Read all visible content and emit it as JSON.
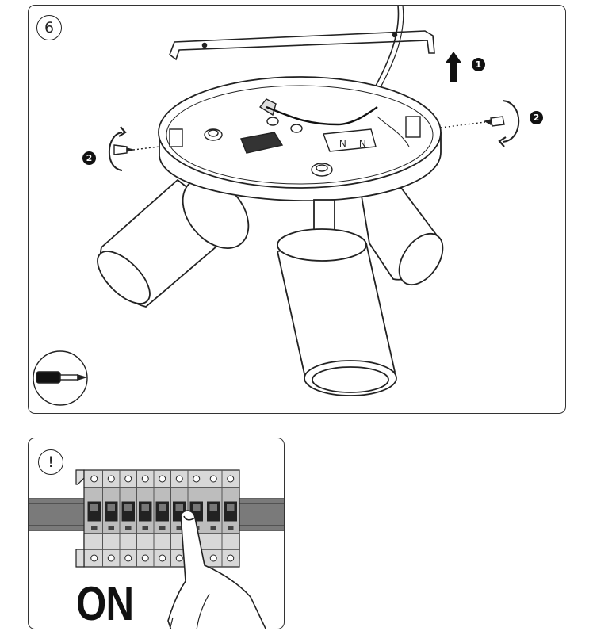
{
  "step": {
    "number": "6"
  },
  "callouts": {
    "lift": "1",
    "screw_left": "2",
    "screw_right": "2"
  },
  "terminal": {
    "labels": [
      "N",
      "N"
    ]
  },
  "warning": {
    "mark": "!",
    "switch_state": "ON"
  },
  "colors": {
    "outline": "#222222",
    "rail": "#7a7a7a",
    "breaker": "#d8d8d8",
    "fill_dark": "#111111"
  },
  "icons": [
    "arrow-up-icon",
    "rotate-ccw-icon",
    "rotate-cw-icon",
    "screwdriver-icon",
    "hand-icon"
  ]
}
